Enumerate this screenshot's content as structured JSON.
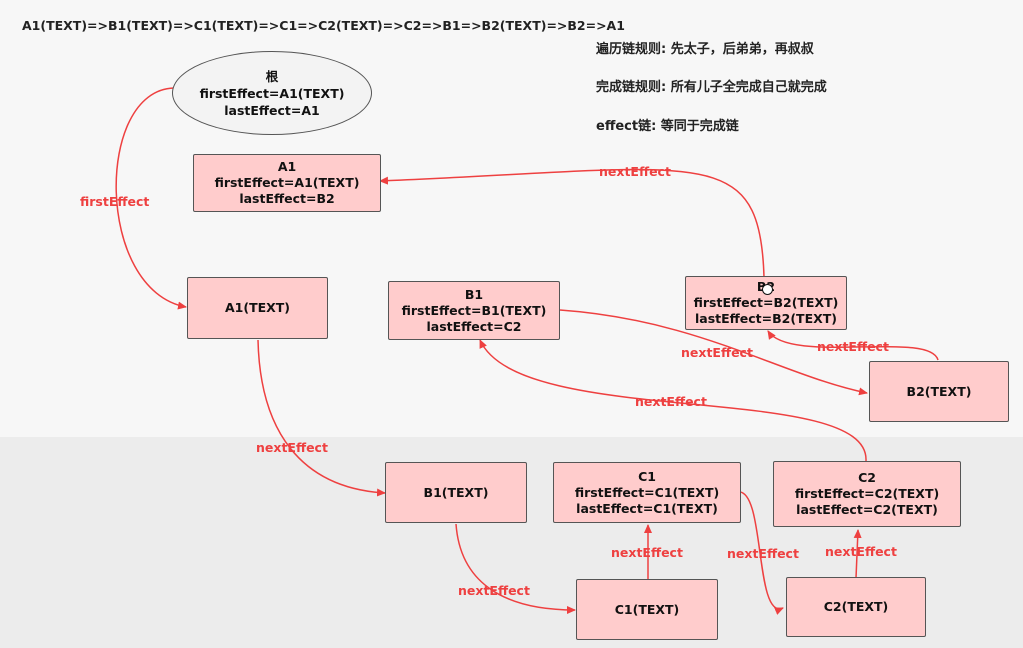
{
  "sequence": "A1(TEXT)=>B1(TEXT)=>C1(TEXT)=>C1=>C2(TEXT)=>C2=>B1=>B2(TEXT)=>B2=>A1",
  "rules": [
    "遍历链规则: 先太子，后弟弟，再叔叔",
    "完成链规则: 所有儿子全完成自己就完成",
    "effect链:  等同于完成链"
  ],
  "nodes": {
    "root": {
      "title": "根",
      "first": "firstEffect=A1(TEXT)",
      "last": "lastEffect=A1"
    },
    "A1": {
      "title": "A1",
      "first": "firstEffect=A1(TEXT)",
      "last": "lastEffect=B2"
    },
    "A1TEXT": {
      "title": "A1(TEXT)"
    },
    "B1": {
      "title": "B1",
      "first": "firstEffect=B1(TEXT)",
      "last": "lastEffect=C2"
    },
    "B2": {
      "title": "B2",
      "first": "firstEffect=B2(TEXT)",
      "last": "lastEffect=B2(TEXT)"
    },
    "B2TEXT": {
      "title": "B2(TEXT)"
    },
    "B1TEXT": {
      "title": "B1(TEXT)"
    },
    "C1": {
      "title": "C1",
      "first": "firstEffect=C1(TEXT)",
      "last": "lastEffect=C1(TEXT)"
    },
    "C2": {
      "title": "C2",
      "first": "firstEffect=C2(TEXT)",
      "last": "lastEffect=C2(TEXT)"
    },
    "C1TEXT": {
      "title": "C1(TEXT)"
    },
    "C2TEXT": {
      "title": "C2(TEXT)"
    }
  },
  "edges": {
    "first_effect": "firstEffect",
    "next_effect": "nextEffect"
  },
  "colors": {
    "node_fill": "#ffcccc",
    "edge": "#ee4040"
  }
}
